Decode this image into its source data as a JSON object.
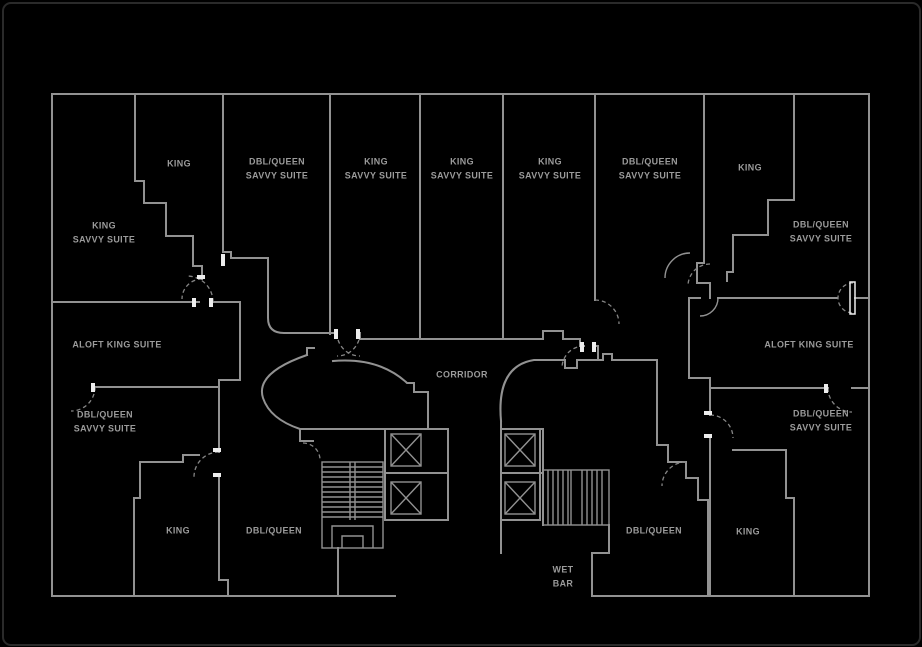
{
  "colors": {
    "background": "#000000",
    "wall": "#929292",
    "wall_bright": "#ededed",
    "text": "#9b9b9b",
    "frame": "#2a2a2a"
  },
  "plan": {
    "corridor_label": "CORRIDOR",
    "labels": [
      {
        "id": "king-nw",
        "line1": "KING",
        "line2": ""
      },
      {
        "id": "dblqueen-savvy-top-1",
        "line1": "DBL/QUEEN",
        "line2": "SAVVY SUITE"
      },
      {
        "id": "king-savvy-top-1",
        "line1": "KING",
        "line2": "SAVVY SUITE"
      },
      {
        "id": "king-savvy-top-2",
        "line1": "KING",
        "line2": "SAVVY SUITE"
      },
      {
        "id": "king-savvy-top-3",
        "line1": "KING",
        "line2": "SAVVY SUITE"
      },
      {
        "id": "dblqueen-savvy-top-2",
        "line1": "DBL/QUEEN",
        "line2": "SAVVY SUITE"
      },
      {
        "id": "king-ne",
        "line1": "KING",
        "line2": ""
      },
      {
        "id": "king-savvy-west",
        "line1": "KING",
        "line2": "SAVVY SUITE"
      },
      {
        "id": "dblqueen-savvy-east-upper",
        "line1": "DBL/QUEEN",
        "line2": "SAVVY SUITE"
      },
      {
        "id": "aloft-king-west",
        "line1": "ALOFT KING SUITE",
        "line2": ""
      },
      {
        "id": "corridor",
        "line1": "CORRIDOR",
        "line2": ""
      },
      {
        "id": "aloft-king-east",
        "line1": "ALOFT KING SUITE",
        "line2": ""
      },
      {
        "id": "dblqueen-savvy-west-lower",
        "line1": "DBL/QUEEN",
        "line2": "SAVVY SUITE"
      },
      {
        "id": "dblqueen-savvy-east-lower",
        "line1": "DBL/QUEEN",
        "line2": "SAVVY SUITE"
      },
      {
        "id": "king-sw",
        "line1": "KING",
        "line2": ""
      },
      {
        "id": "dblqueen-sw",
        "line1": "DBL/QUEEN",
        "line2": ""
      },
      {
        "id": "dblqueen-se",
        "line1": "DBL/QUEEN",
        "line2": ""
      },
      {
        "id": "king-se",
        "line1": "KING",
        "line2": ""
      },
      {
        "id": "wet-bar",
        "line1": "WET",
        "line2": "BAR"
      }
    ]
  }
}
